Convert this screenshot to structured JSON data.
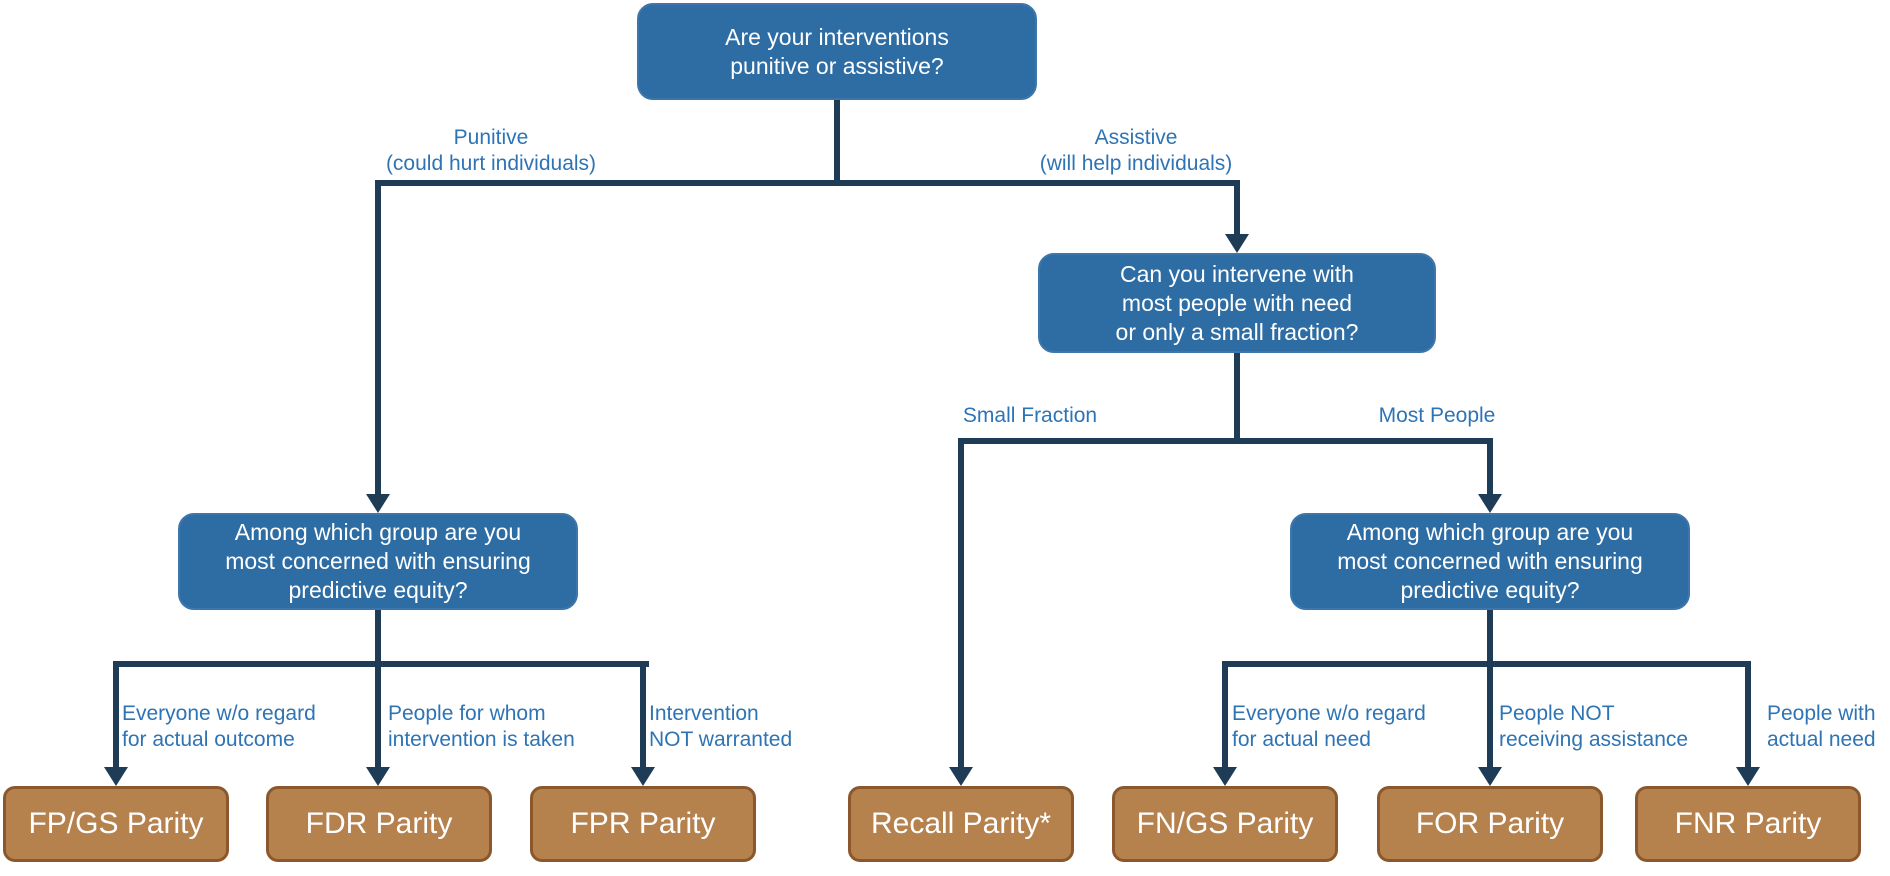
{
  "colors": {
    "question_box_fill": "#2e6da4",
    "leaf_box_fill": "#b5814c",
    "leaf_box_border": "#8a582c",
    "connector_line": "#1e3c55",
    "edge_label_text": "#2e74b5",
    "box_text": "#ffffff",
    "background": "#ffffff"
  },
  "nodes": {
    "root_question": "Are your interventions\npunitive or assistive?",
    "intervene_scope_question": "Can you intervene with\nmost people with need\nor only a small fraction?",
    "punitive_group_question": "Among which group are you\nmost concerned with ensuring\npredictive equity?",
    "assistive_group_question": "Among which group are you\nmost concerned with ensuring\npredictive equity?"
  },
  "edge_labels": {
    "punitive": "Punitive\n(could hurt individuals)",
    "assistive": "Assistive\n(will help individuals)",
    "small_fraction": "Small Fraction",
    "most_people": "Most People",
    "everyone_outcome": "Everyone w/o regard\nfor actual outcome",
    "intervention_taken": "People for whom\nintervention is taken",
    "not_warranted": "Intervention\nNOT warranted",
    "everyone_need": "Everyone w/o regard\nfor actual need",
    "not_receiving": "People NOT\nreceiving assistance",
    "actual_need": "People with\nactual need"
  },
  "leaves": {
    "fpgs": "FP/GS Parity",
    "fdr": "FDR Parity",
    "fpr": "FPR Parity",
    "recall": "Recall Parity*",
    "fngs": "FN/GS Parity",
    "for": "FOR Parity",
    "fnr": "FNR Parity"
  }
}
